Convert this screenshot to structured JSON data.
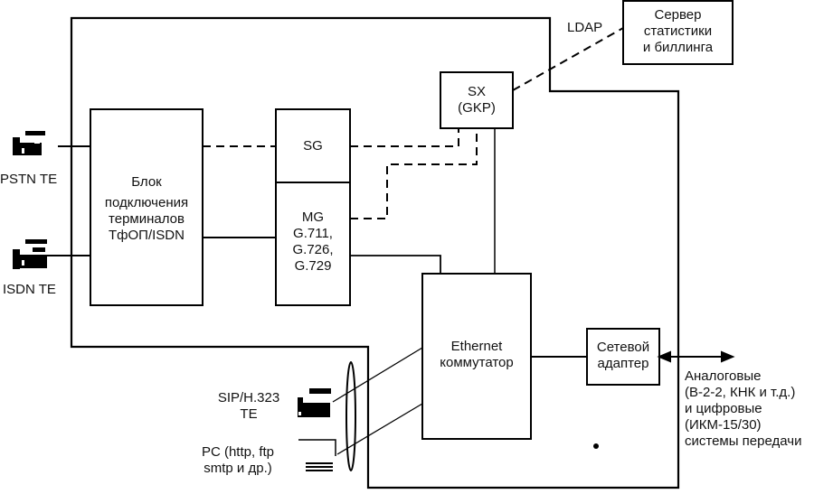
{
  "diagram": {
    "blocks": {
      "terminal_unit": [
        "Блок",
        "подключения",
        "терминалов",
        "ТфОП/ISDN"
      ],
      "sg": "SG",
      "mg": [
        "MG",
        "G.711,",
        "G.726,",
        "G.729"
      ],
      "sx": [
        "SX",
        "(GKP)"
      ],
      "stats_server": [
        "Сервер",
        "статистики",
        "и биллинга"
      ],
      "ethernet_switch": [
        "Ethernet",
        "коммутатор"
      ],
      "network_adapter": [
        "Сетевой",
        "адаптер"
      ]
    },
    "terminals": {
      "pstn": "PSTN TE",
      "isdn": "ISDN TE",
      "sip": [
        "SIP/H.323",
        "TE"
      ],
      "pc": [
        "PC (http, ftp",
        "smtp и др.)"
      ]
    },
    "link_labels": {
      "ldap": "LDAP"
    },
    "transmission_systems": [
      "Аналоговые",
      "(B-2-2, КНК и т.д.)",
      "и цифровые",
      "(ИКМ-15/30)",
      "системы передачи"
    ],
    "icons": {
      "phone": "telephone-icon",
      "pc": "computer-icon"
    }
  }
}
